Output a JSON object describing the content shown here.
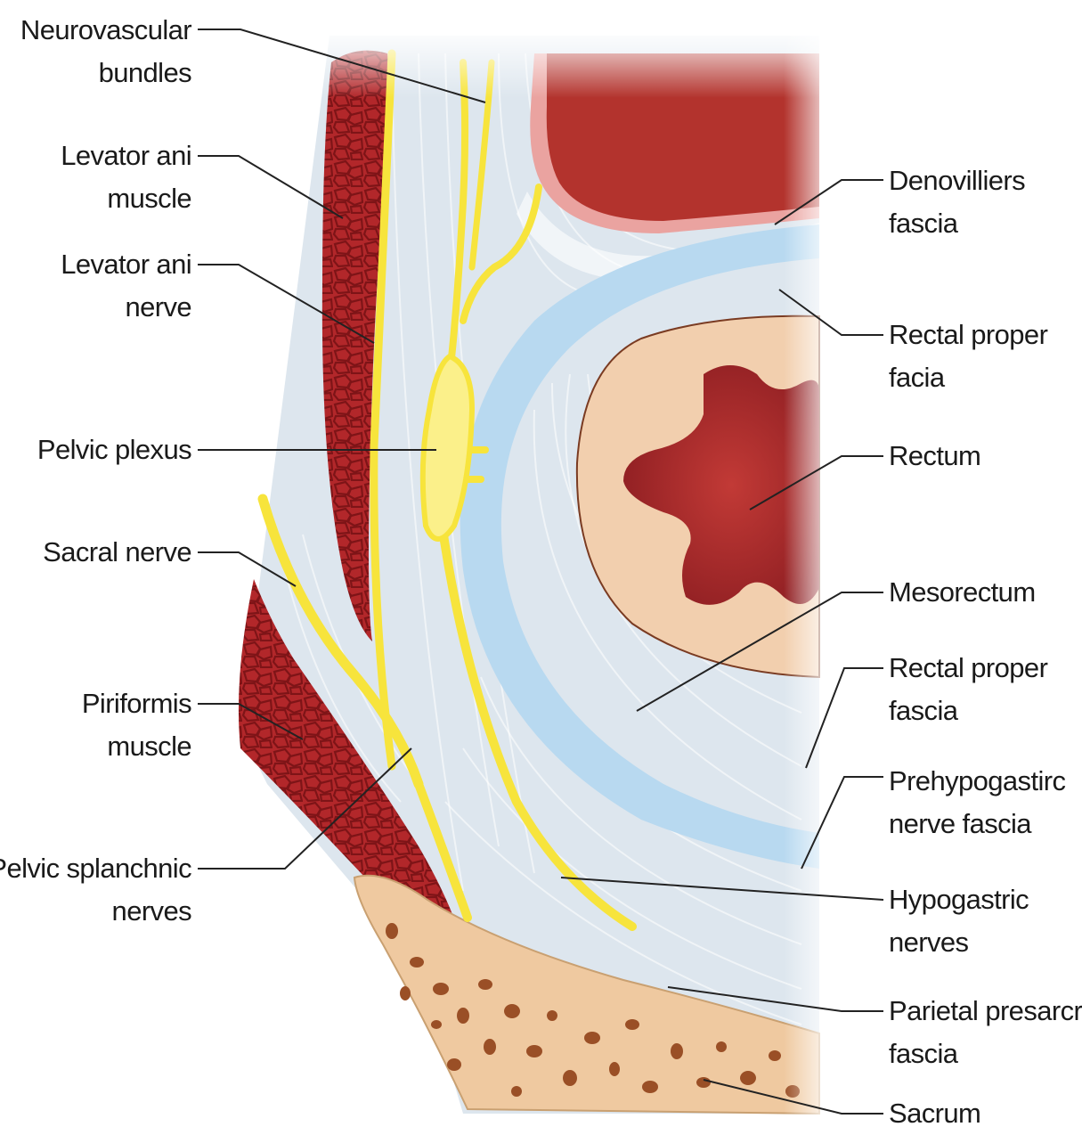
{
  "labels_left": [
    {
      "id": "neurovascular-bundles",
      "lines": [
        "Neurovascular",
        "bundles"
      ]
    },
    {
      "id": "levator-ani-muscle",
      "lines": [
        "Levator ani",
        "muscle"
      ]
    },
    {
      "id": "levator-ani-nerve",
      "lines": [
        "Levator ani",
        "nerve"
      ]
    },
    {
      "id": "pelvic-plexus",
      "lines": [
        "Pelvic plexus"
      ]
    },
    {
      "id": "sacral-nerve",
      "lines": [
        "Sacral nerve"
      ]
    },
    {
      "id": "piriformis-muscle",
      "lines": [
        "Piriformis",
        "muscle"
      ]
    },
    {
      "id": "pelvic-splanchnic-nerves",
      "lines": [
        "Pelvic splanchnic",
        "nerves"
      ]
    }
  ],
  "labels_right": [
    {
      "id": "denovilliers-fascia",
      "lines": [
        "Denovilliers",
        "fascia"
      ]
    },
    {
      "id": "rectal-proper-facia",
      "lines": [
        "Rectal proper",
        "facia"
      ]
    },
    {
      "id": "rectum",
      "lines": [
        "Rectum"
      ]
    },
    {
      "id": "mesorectum",
      "lines": [
        "Mesorectum"
      ]
    },
    {
      "id": "rectal-proper-fascia",
      "lines": [
        "Rectal proper",
        "fascia"
      ]
    },
    {
      "id": "prehypogastric-nerve-fascia",
      "lines": [
        "Prehypogastirc",
        "nerve fascia"
      ]
    },
    {
      "id": "hypogastric-nerves",
      "lines": [
        "Hypogastric",
        "nerves"
      ]
    },
    {
      "id": "parietal-presacral-fascia",
      "lines": [
        "Parietal presarcral",
        "fascia"
      ]
    },
    {
      "id": "sacrum",
      "lines": [
        "Sacrum"
      ]
    }
  ],
  "colors": {
    "muscle": "#b2272a",
    "muscle_cell_edge": "#7e1417",
    "fascia_tissue": "#dde6ee",
    "fascia_band": "#b8d9f0",
    "nerve": "#f7e43c",
    "rectal_wall": "#f2cfae",
    "rectal_lumen": "#a82a2c",
    "bone": "#efc9a0",
    "bone_pore": "#9a4f26",
    "prostate": "#b3332d",
    "prostate_rim": "#eaa3a0",
    "leader": "#222222"
  }
}
